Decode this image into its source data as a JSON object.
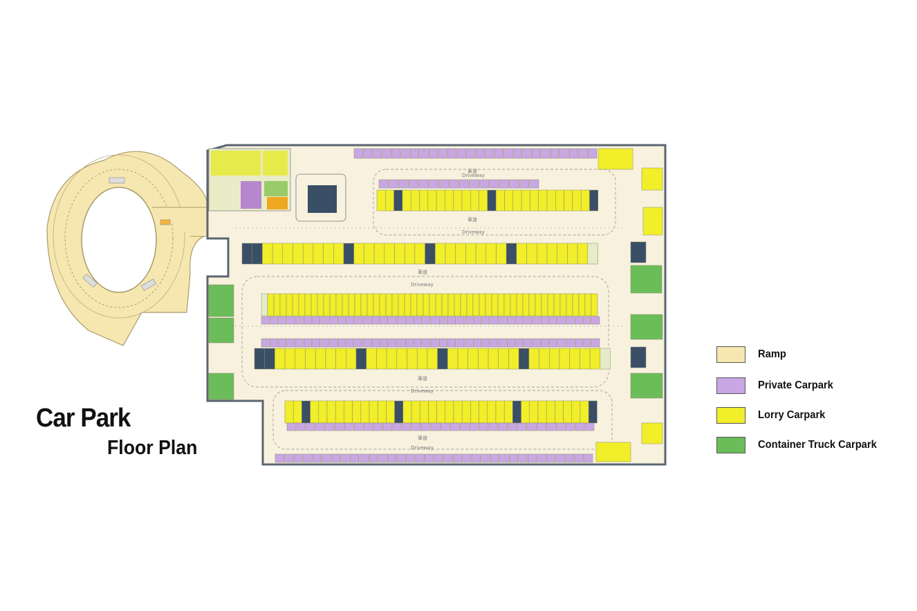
{
  "title": {
    "main": "Car Park",
    "sub": "Floor Plan"
  },
  "legend": [
    {
      "label": "Ramp",
      "color": "#f6e7b0"
    },
    {
      "label": "Private Carpark",
      "color": "#c9a6e4"
    },
    {
      "label": "Lorry Carpark",
      "color": "#f1ee2a"
    },
    {
      "label": "Container Truck Carpark",
      "color": "#6bbd5a"
    }
  ],
  "map_labels": {
    "driveway": "Driveway",
    "aisle": "車道"
  },
  "colors": {
    "ramp": "#f6e7b0",
    "floor": "#f7f1de",
    "private": "#c9a6e4",
    "lorry": "#f1ee2a",
    "container": "#6bbd5a",
    "core": "#3a4e66",
    "wall": "#5a6570"
  }
}
